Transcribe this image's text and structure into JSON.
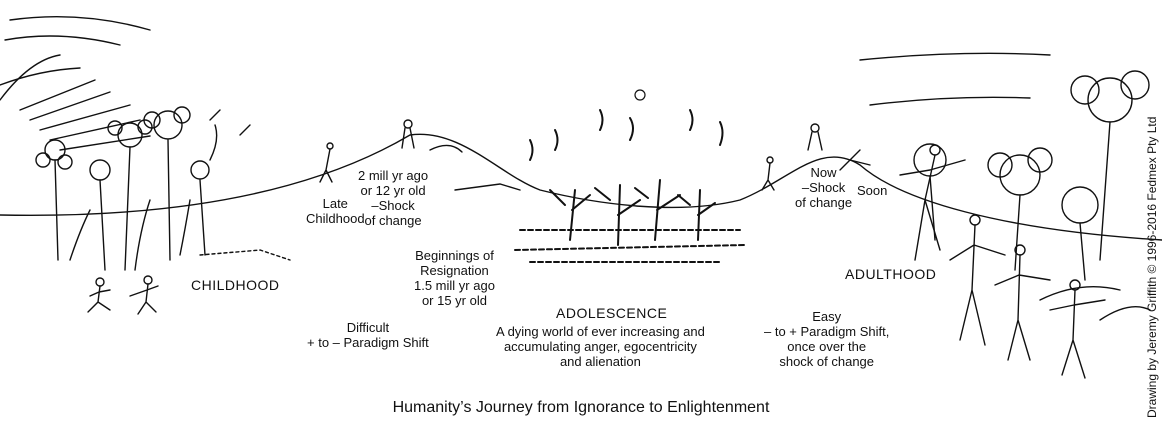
{
  "labels": {
    "late_childhood": "Late\nChildhood",
    "two_mill": "2 mill yr ago\nor 12 yr old\n–Shock\nof change",
    "resignation": "Beginnings of\nResignation\n1.5 mill yr ago\nor 15 yr old",
    "difficult": "Difficult\n+ to – Paradigm Shift",
    "adolescence_desc": "A dying world of ever increasing and\naccumulating anger, egocentricity\nand alienation",
    "now": "Now\n–Shock\nof change",
    "soon": "Soon",
    "easy": "Easy\n– to + Paradigm Shift,\nonce over the\nshock of change"
  },
  "stages": {
    "childhood": "CHILDHOOD",
    "adolescence": "ADOLESCENCE",
    "adulthood": "ADULTHOOD"
  },
  "caption": "Humanity’s Journey from Ignorance to Enlightenment",
  "credit": "Drawing by Jeremy Griffith © 1996-2016 Fedmex Pty Ltd",
  "colors": {
    "ink": "#111111",
    "background": "#ffffff"
  }
}
